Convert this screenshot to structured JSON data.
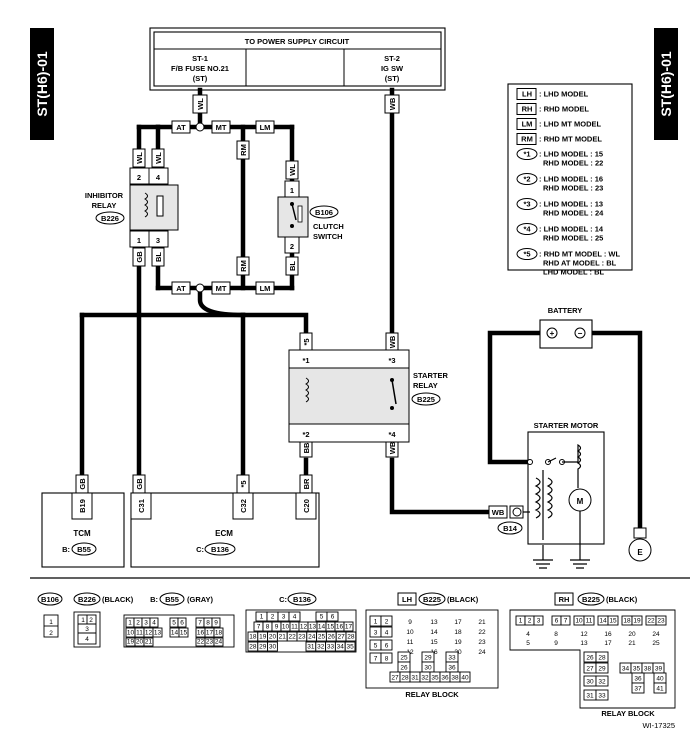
{
  "side_label": "ST(H6)-01",
  "power_box": {
    "title": "TO POWER SUPPLY CIRCUIT",
    "st1_name": "ST-1",
    "st1_desc": "F/B FUSE NO.21",
    "st1_sub": "(ST)",
    "st2_name": "ST-2",
    "st2_desc": "IG SW",
    "st2_sub": "(ST)"
  },
  "legend": [
    {
      "key": "LH",
      "lines": [
        ": LHD MODEL"
      ]
    },
    {
      "key": "RH",
      "lines": [
        ": RHD MODEL"
      ]
    },
    {
      "key": "LM",
      "lines": [
        ": LHD MT MODEL"
      ]
    },
    {
      "key": "RM",
      "lines": [
        ": RHD MT MODEL"
      ]
    },
    {
      "key": "*1",
      "lines": [
        ": LHD MODEL : 15",
        "RHD MODEL : 22"
      ]
    },
    {
      "key": "*2",
      "lines": [
        ": LHD MODEL : 16",
        "RHD MODEL : 23"
      ]
    },
    {
      "key": "*3",
      "lines": [
        ": LHD MODEL : 13",
        "RHD MODEL : 24"
      ]
    },
    {
      "key": "*4",
      "lines": [
        ": LHD MODEL : 14",
        "RHD MODEL : 25"
      ]
    },
    {
      "key": "*5",
      "lines": [
        ": RHD MT MODEL : WL",
        "RHD AT MODEL : BL",
        "LHD MODEL : BL"
      ]
    }
  ],
  "wire_tags": {
    "wl_top": "WL",
    "wb_top": "WB",
    "at1": "AT",
    "mt1": "MT",
    "lm1": "LM",
    "rm1": "RM",
    "rm2": "RM",
    "at2": "AT",
    "mt2": "MT",
    "lm2": "LM",
    "wl_a": "WL",
    "wl_b": "WL",
    "wl_c": "WL",
    "bl_a": "BL",
    "bl_b": "BL",
    "gb_a": "GB",
    "gb_b": "GB",
    "gb_c": "GB",
    "s5_top": "*5",
    "s1": "*1",
    "s3": "*3",
    "wb_mid": "WB",
    "s2": "*2",
    "s4": "*4",
    "bb": "BB",
    "wb_low": "WB",
    "s5_low": "*5",
    "br": "BR",
    "wb_st": "WB"
  },
  "pins": {
    "ir2": "2",
    "ir4": "4",
    "ir1": "1",
    "ir3": "3",
    "cs1": "1",
    "cs2": "2",
    "b19": "B19",
    "c31": "C31",
    "c32": "C32",
    "c20": "C20"
  },
  "components": {
    "inhibitor_relay": "INHIBITOR",
    "inhibitor_relay2": "RELAY",
    "inhibitor_conn": "B226",
    "clutch_conn": "B106",
    "clutch_label": "CLUTCH",
    "clutch_label2": "SWITCH",
    "starter_relay": "STARTER",
    "starter_relay2": "RELAY",
    "starter_relay_conn": "B225",
    "battery": "BATTERY",
    "starter_motor": "STARTER MOTOR",
    "motor_symbol": "M",
    "ground_symbol": "E",
    "b14": "B14",
    "tcm": "TCM",
    "tcm_conn_prefix": "B:",
    "tcm_conn": "B55",
    "ecm": "ECM",
    "ecm_conn_prefix": "C:",
    "ecm_conn": "B136"
  },
  "connectors": {
    "b106": {
      "id": "B106"
    },
    "b226": {
      "id": "B226",
      "color": "(BLACK)"
    },
    "b55": {
      "prefix": "B:",
      "id": "B55",
      "color": "(GRAY)"
    },
    "b136": {
      "prefix": "C:",
      "id": "B136"
    },
    "lh_b225": {
      "model": "LH",
      "id": "B225",
      "color": "(BLACK)",
      "caption": "RELAY BLOCK"
    },
    "rh_b225": {
      "model": "RH",
      "id": "B225",
      "color": "(BLACK)",
      "caption": "RELAY BLOCK"
    }
  },
  "footer_code": "WI-17325"
}
